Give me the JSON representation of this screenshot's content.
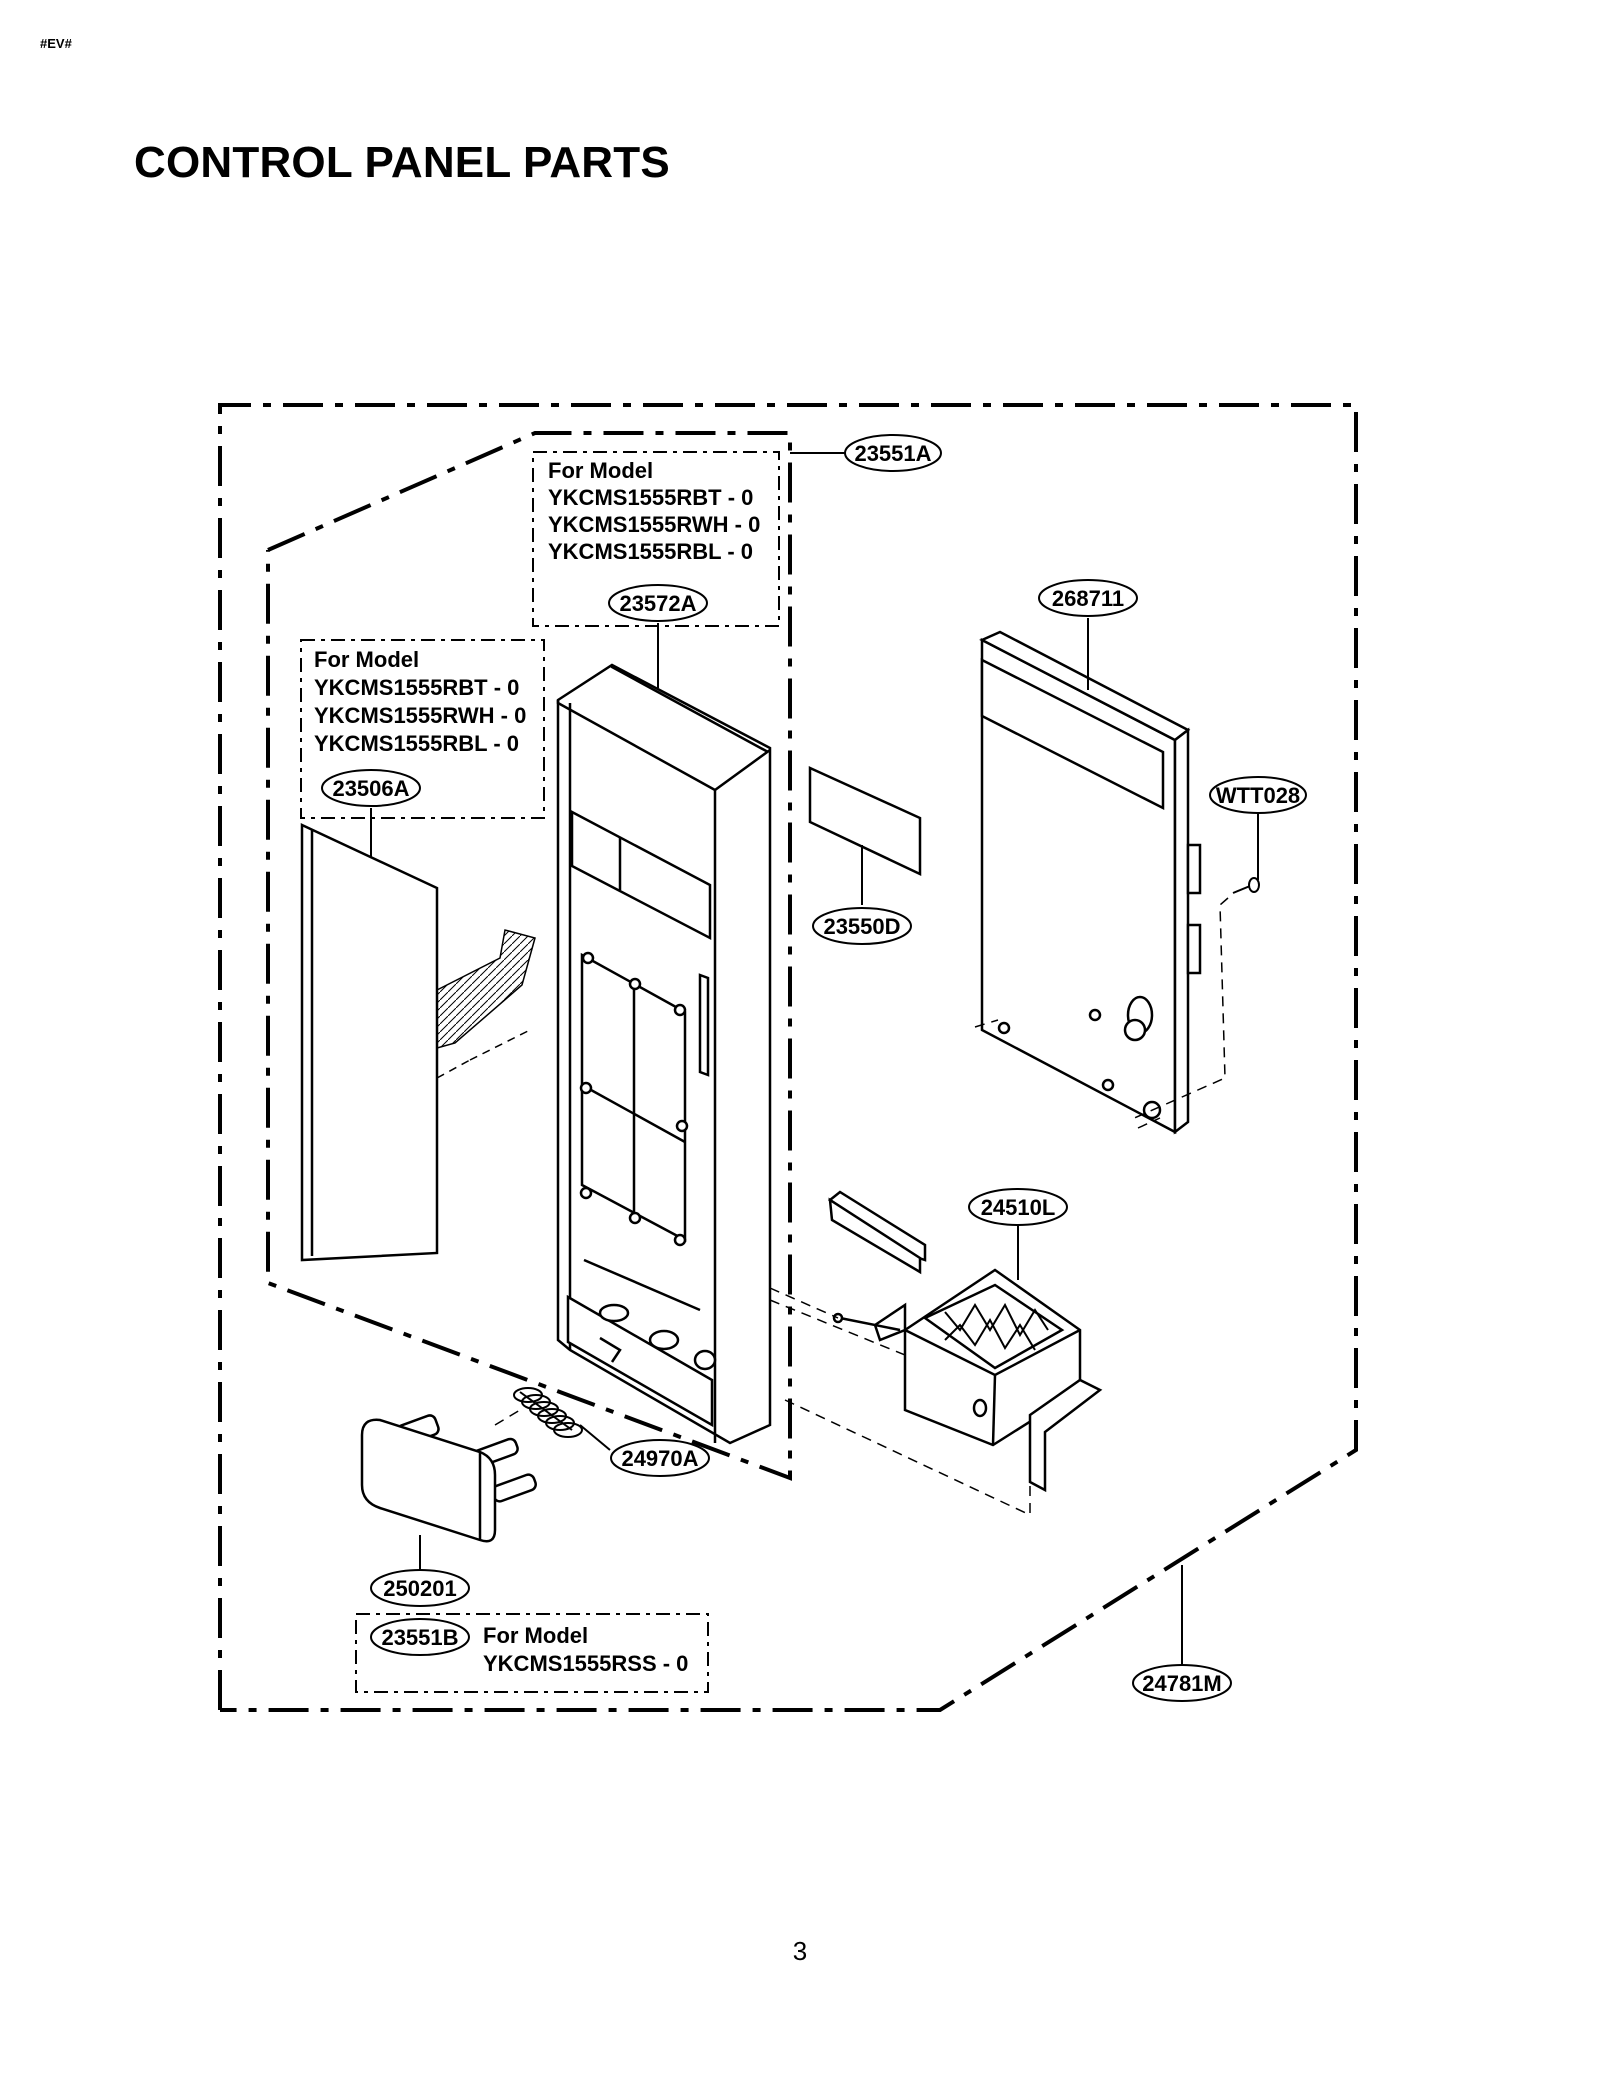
{
  "header": {
    "corner_tag": "#EV#",
    "title": "CONTROL PANEL PARTS"
  },
  "footer": {
    "page_number": "3"
  },
  "notes": {
    "top": {
      "heading": "For Model",
      "models": [
        "YKCMS1555RBT - 0",
        "YKCMS1555RWH - 0",
        "YKCMS1555RBL - 0"
      ]
    },
    "left": {
      "heading": "For Model",
      "models": [
        "YKCMS1555RBT - 0",
        "YKCMS1555RWH - 0",
        "YKCMS1555RBL - 0"
      ]
    },
    "bottom": {
      "heading": "For Model",
      "models": [
        "YKCMS1555RSS - 0"
      ]
    }
  },
  "callouts": {
    "c23551A": "23551A",
    "c23572A": "23572A",
    "c268711": "268711",
    "c23506A": "23506A",
    "cWTT028": "WTT028",
    "c23550D": "23550D",
    "c24510L": "24510L",
    "c24970A": "24970A",
    "c250201": "250201",
    "c23551B": "23551B",
    "c24781M": "24781M"
  }
}
